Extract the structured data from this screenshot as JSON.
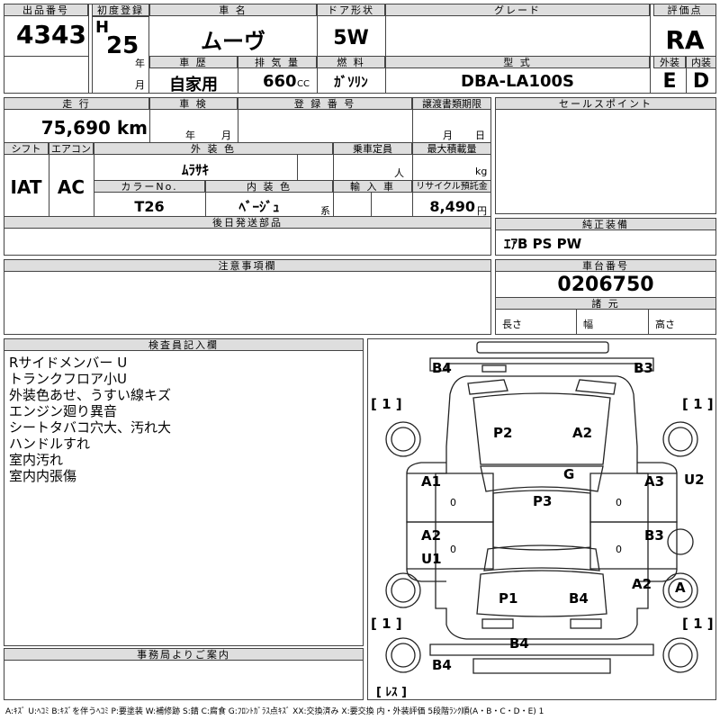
{
  "top": {
    "lot": {
      "label": "出品番号",
      "value": "4343"
    },
    "first_reg": {
      "label": "初度登録",
      "era": "H",
      "year": "25",
      "year_unit": "年",
      "month": "",
      "month_unit": "月"
    },
    "car_name": {
      "label": "車 名",
      "value": "ムーヴ"
    },
    "doors": {
      "label": "ドア形状",
      "value": "5W"
    },
    "grade": {
      "label": "グレード",
      "value": ""
    },
    "score": {
      "label": "評価点",
      "value": "RA"
    },
    "history": {
      "label": "車 歴",
      "value": "自家用"
    },
    "displacement": {
      "label": "排 気 量",
      "value": "660",
      "unit": "CC"
    },
    "fuel": {
      "label": "燃 料",
      "value": "ｶﾞｿﾘﾝ"
    },
    "model": {
      "label": "型 式",
      "value": "DBA-LA100S"
    },
    "exterior": {
      "label": "外装",
      "value": "E"
    },
    "interior": {
      "label": "内装",
      "value": "D"
    }
  },
  "mid": {
    "mileage": {
      "label": "走 行",
      "value": "75,690 km"
    },
    "inspection": {
      "label": "車 検",
      "year_unit": "年",
      "month_unit": "月"
    },
    "registration_no": {
      "label": "登 録 番 号",
      "value": ""
    },
    "transfer_deadline": {
      "label": "譲渡書類期限",
      "month_unit": "月",
      "day_unit": "日"
    },
    "shift": {
      "label": "シフト",
      "value": "IAT"
    },
    "aircon": {
      "label": "エアコン",
      "value": "AC"
    },
    "ext_color": {
      "label": "外 装 色",
      "value": "ﾑﾗｻｷ"
    },
    "capacity": {
      "label": "乗車定員",
      "unit": "人"
    },
    "max_load": {
      "label": "最大積載量",
      "unit": "kg"
    },
    "color_no": {
      "label": "カラーNo.",
      "value": "T26"
    },
    "int_color": {
      "label": "内 装 色",
      "value": "ﾍﾞｰｼﾞｭ",
      "suffix": "系"
    },
    "import": {
      "label": "輸 入 車",
      "value": ""
    },
    "recycle": {
      "label": "リサイクル預託金",
      "value": "8,490",
      "unit": "円"
    },
    "later_parts": {
      "label": "後日発送部品",
      "value": ""
    }
  },
  "sales_points": {
    "label": "セールスポイント",
    "value": ""
  },
  "equipment": {
    "label": "純正装備",
    "value": "ｴｱB PS PW"
  },
  "notes": {
    "label": "注意事項欄",
    "value": ""
  },
  "chassis": {
    "label": "車台番号",
    "value": "0206750"
  },
  "dims": {
    "label": "諸 元",
    "length": "長さ",
    "width": "幅",
    "height": "高さ"
  },
  "inspector": {
    "label": "検査員記入欄",
    "lines": [
      "Rサイドメンバー U",
      "トランクフロア小U",
      "外装色あせ、うすい線キズ",
      "エンジン廻り異音",
      "シートタバコ穴大、汚れ大",
      "ハンドルすれ",
      "室内汚れ",
      "室内内張傷"
    ]
  },
  "office": {
    "label": "事務局よりご案内",
    "value": ""
  },
  "diagram": {
    "marks": {
      "front_left": "B4",
      "front_right": "B3",
      "fl_tire": "[ 1 ]",
      "fr_tire": "[ 1 ]",
      "hood_l": "P2",
      "hood_r": "A2",
      "windshield": "G",
      "roof": "P3",
      "door_fl": "A1",
      "door_fr": "A3",
      "side_r": "U2",
      "door_rl_a": "A2",
      "door_rl_u": "U1",
      "door_rr": "B3",
      "rear_r": "A2",
      "spare": "A",
      "trunk_l": "P1",
      "trunk_r": "B4",
      "rear_bumper": "B4",
      "rl_tire": "[ 1 ]",
      "rr_tire": "[ 1 ]",
      "rear_left": "B4",
      "less": "[ ﾚｽ ]",
      "zero_l1": "0",
      "zero_l2": "0",
      "zero_r1": "0",
      "zero_r2": "0"
    }
  },
  "legend": "A:ｷｽﾞ U:ﾍｺﾐ B:ｷｽﾞを伴うﾍｺﾐ P:要塗装 W:補修跡 S:錆 C:腐食 G:ﾌﾛﾝﾄｶﾞﾗｽ点ｷｽﾞ XX:交換済み X:要交換 内・外装評価 5段階ﾗﾝｸ順(A・B・C・D・E) 1"
}
